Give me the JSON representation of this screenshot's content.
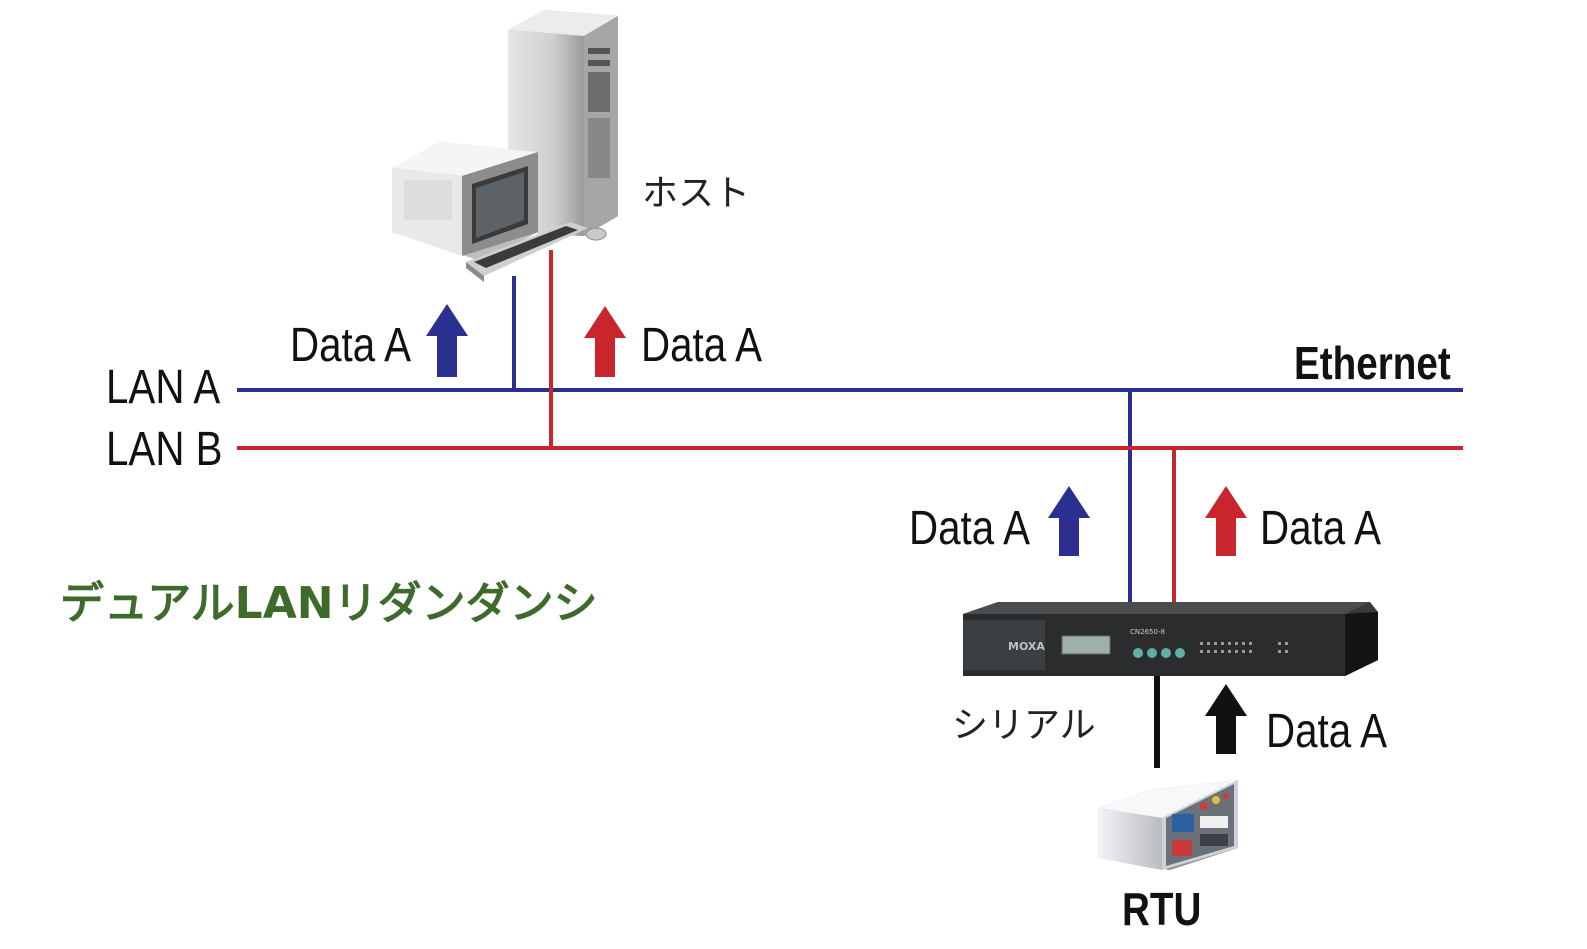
{
  "labels": {
    "host": "ホスト",
    "ethernet": "Ethernet",
    "lan_a": "LAN A",
    "lan_b": "LAN B",
    "title": "デュアルLANリダンダンシ",
    "serial": "シリアル",
    "rtu": "RTU",
    "data_host_blue": "Data A",
    "data_host_red": "Data A",
    "data_server_blue": "Data A",
    "data_server_red": "Data A",
    "data_serial": "Data A"
  },
  "device": {
    "brand": "MOXA",
    "model": "CN2650-8"
  },
  "colors": {
    "lan_a": "#2b2f8f",
    "lan_b": "#c8262c",
    "serial_line": "#111111",
    "title": "#3e6b2c"
  }
}
